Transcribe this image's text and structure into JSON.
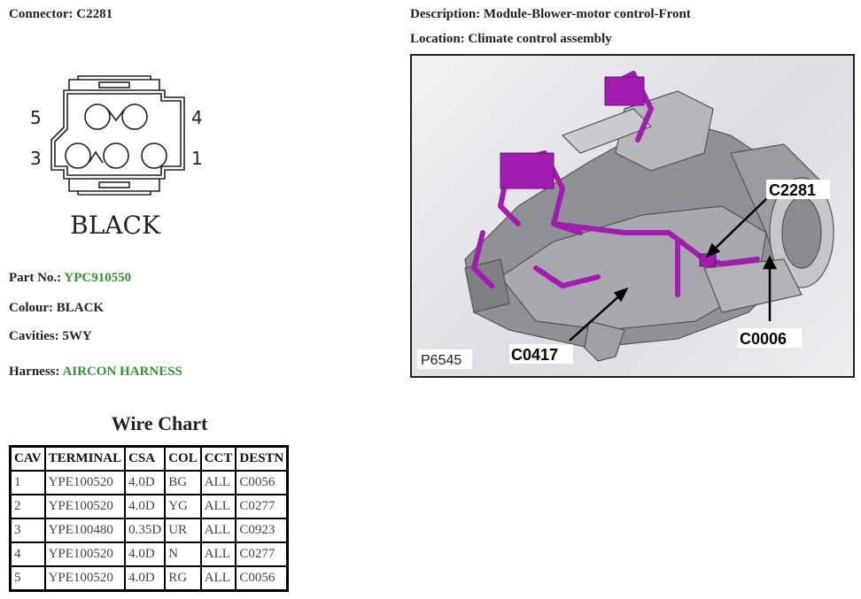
{
  "connector": {
    "label": "Connector:",
    "value": "C2281"
  },
  "description": {
    "label": "Description:",
    "value": "Module-Blower-motor control-Front"
  },
  "location": {
    "label": "Location:",
    "value": "Climate control assembly"
  },
  "pinout": {
    "pin_labels": [
      "5",
      "4",
      "3",
      "1"
    ],
    "colour_text": "BLACK"
  },
  "part_no": {
    "label": "Part No.:",
    "value": "YPC910550"
  },
  "colour": {
    "label": "Colour:",
    "value": "BLACK"
  },
  "cavities": {
    "label": "Cavities:",
    "value": "5WY"
  },
  "harness": {
    "label": "Harness:",
    "value": "AIRCON HARNESS"
  },
  "wire_chart": {
    "title": "Wire Chart",
    "headers": [
      "CAV",
      "TERMINAL",
      "CSA",
      "COL",
      "CCT",
      "DESTN"
    ],
    "rows": [
      [
        "1",
        "YPE100520",
        "4.0D",
        "BG",
        "ALL",
        "C0056"
      ],
      [
        "2",
        "YPE100520",
        "4.0D",
        "YG",
        "ALL",
        "C0277"
      ],
      [
        "3",
        "YPE100480",
        "0.35D",
        "UR",
        "ALL",
        "C0923"
      ],
      [
        "4",
        "YPE100520",
        "4.0D",
        "N",
        "ALL",
        "C0277"
      ],
      [
        "5",
        "YPE100520",
        "4.0D",
        "RG",
        "ALL",
        "C0056"
      ]
    ]
  },
  "photo": {
    "ref": "P6545",
    "callouts": [
      "C2281",
      "C0417",
      "C0006"
    ],
    "highlight_color": "#a21caf"
  },
  "colors": {
    "link_green": "#2e9a2e"
  }
}
